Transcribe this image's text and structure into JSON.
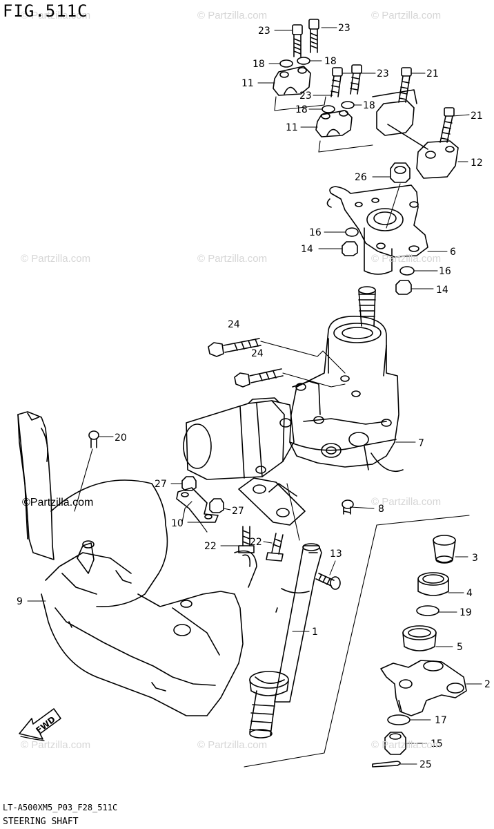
{
  "figure": {
    "title": "FIG.511C",
    "code": "LT-A500XM5_P03_F28_511C",
    "name": "STEERING SHAFT"
  },
  "watermark": {
    "text": "© Partzilla.com",
    "prominent_text": "©Partzilla.com"
  },
  "fwd_arrow_label": "FWD",
  "callouts": {
    "c1": "1",
    "c2": "2",
    "c3": "3",
    "c4": "4",
    "c5": "5",
    "c6": "6",
    "c7": "7",
    "c8": "8",
    "c9": "9",
    "c10": "10",
    "c11a": "11",
    "c11b": "11",
    "c12": "12",
    "c13": "13",
    "c14a": "14",
    "c14b": "14",
    "c15": "15",
    "c16a": "16",
    "c16b": "16",
    "c17": "17",
    "c18a": "18",
    "c18b": "18",
    "c18c": "18",
    "c18d": "18",
    "c19": "19",
    "c20": "20",
    "c21a": "21",
    "c21b": "21",
    "c22a": "22",
    "c22b": "22",
    "c23a": "23",
    "c23b": "23",
    "c23c": "23",
    "c23d": "23",
    "c24a": "24",
    "c24b": "24",
    "c25": "25",
    "c26": "26",
    "c27a": "27",
    "c27b": "27"
  }
}
